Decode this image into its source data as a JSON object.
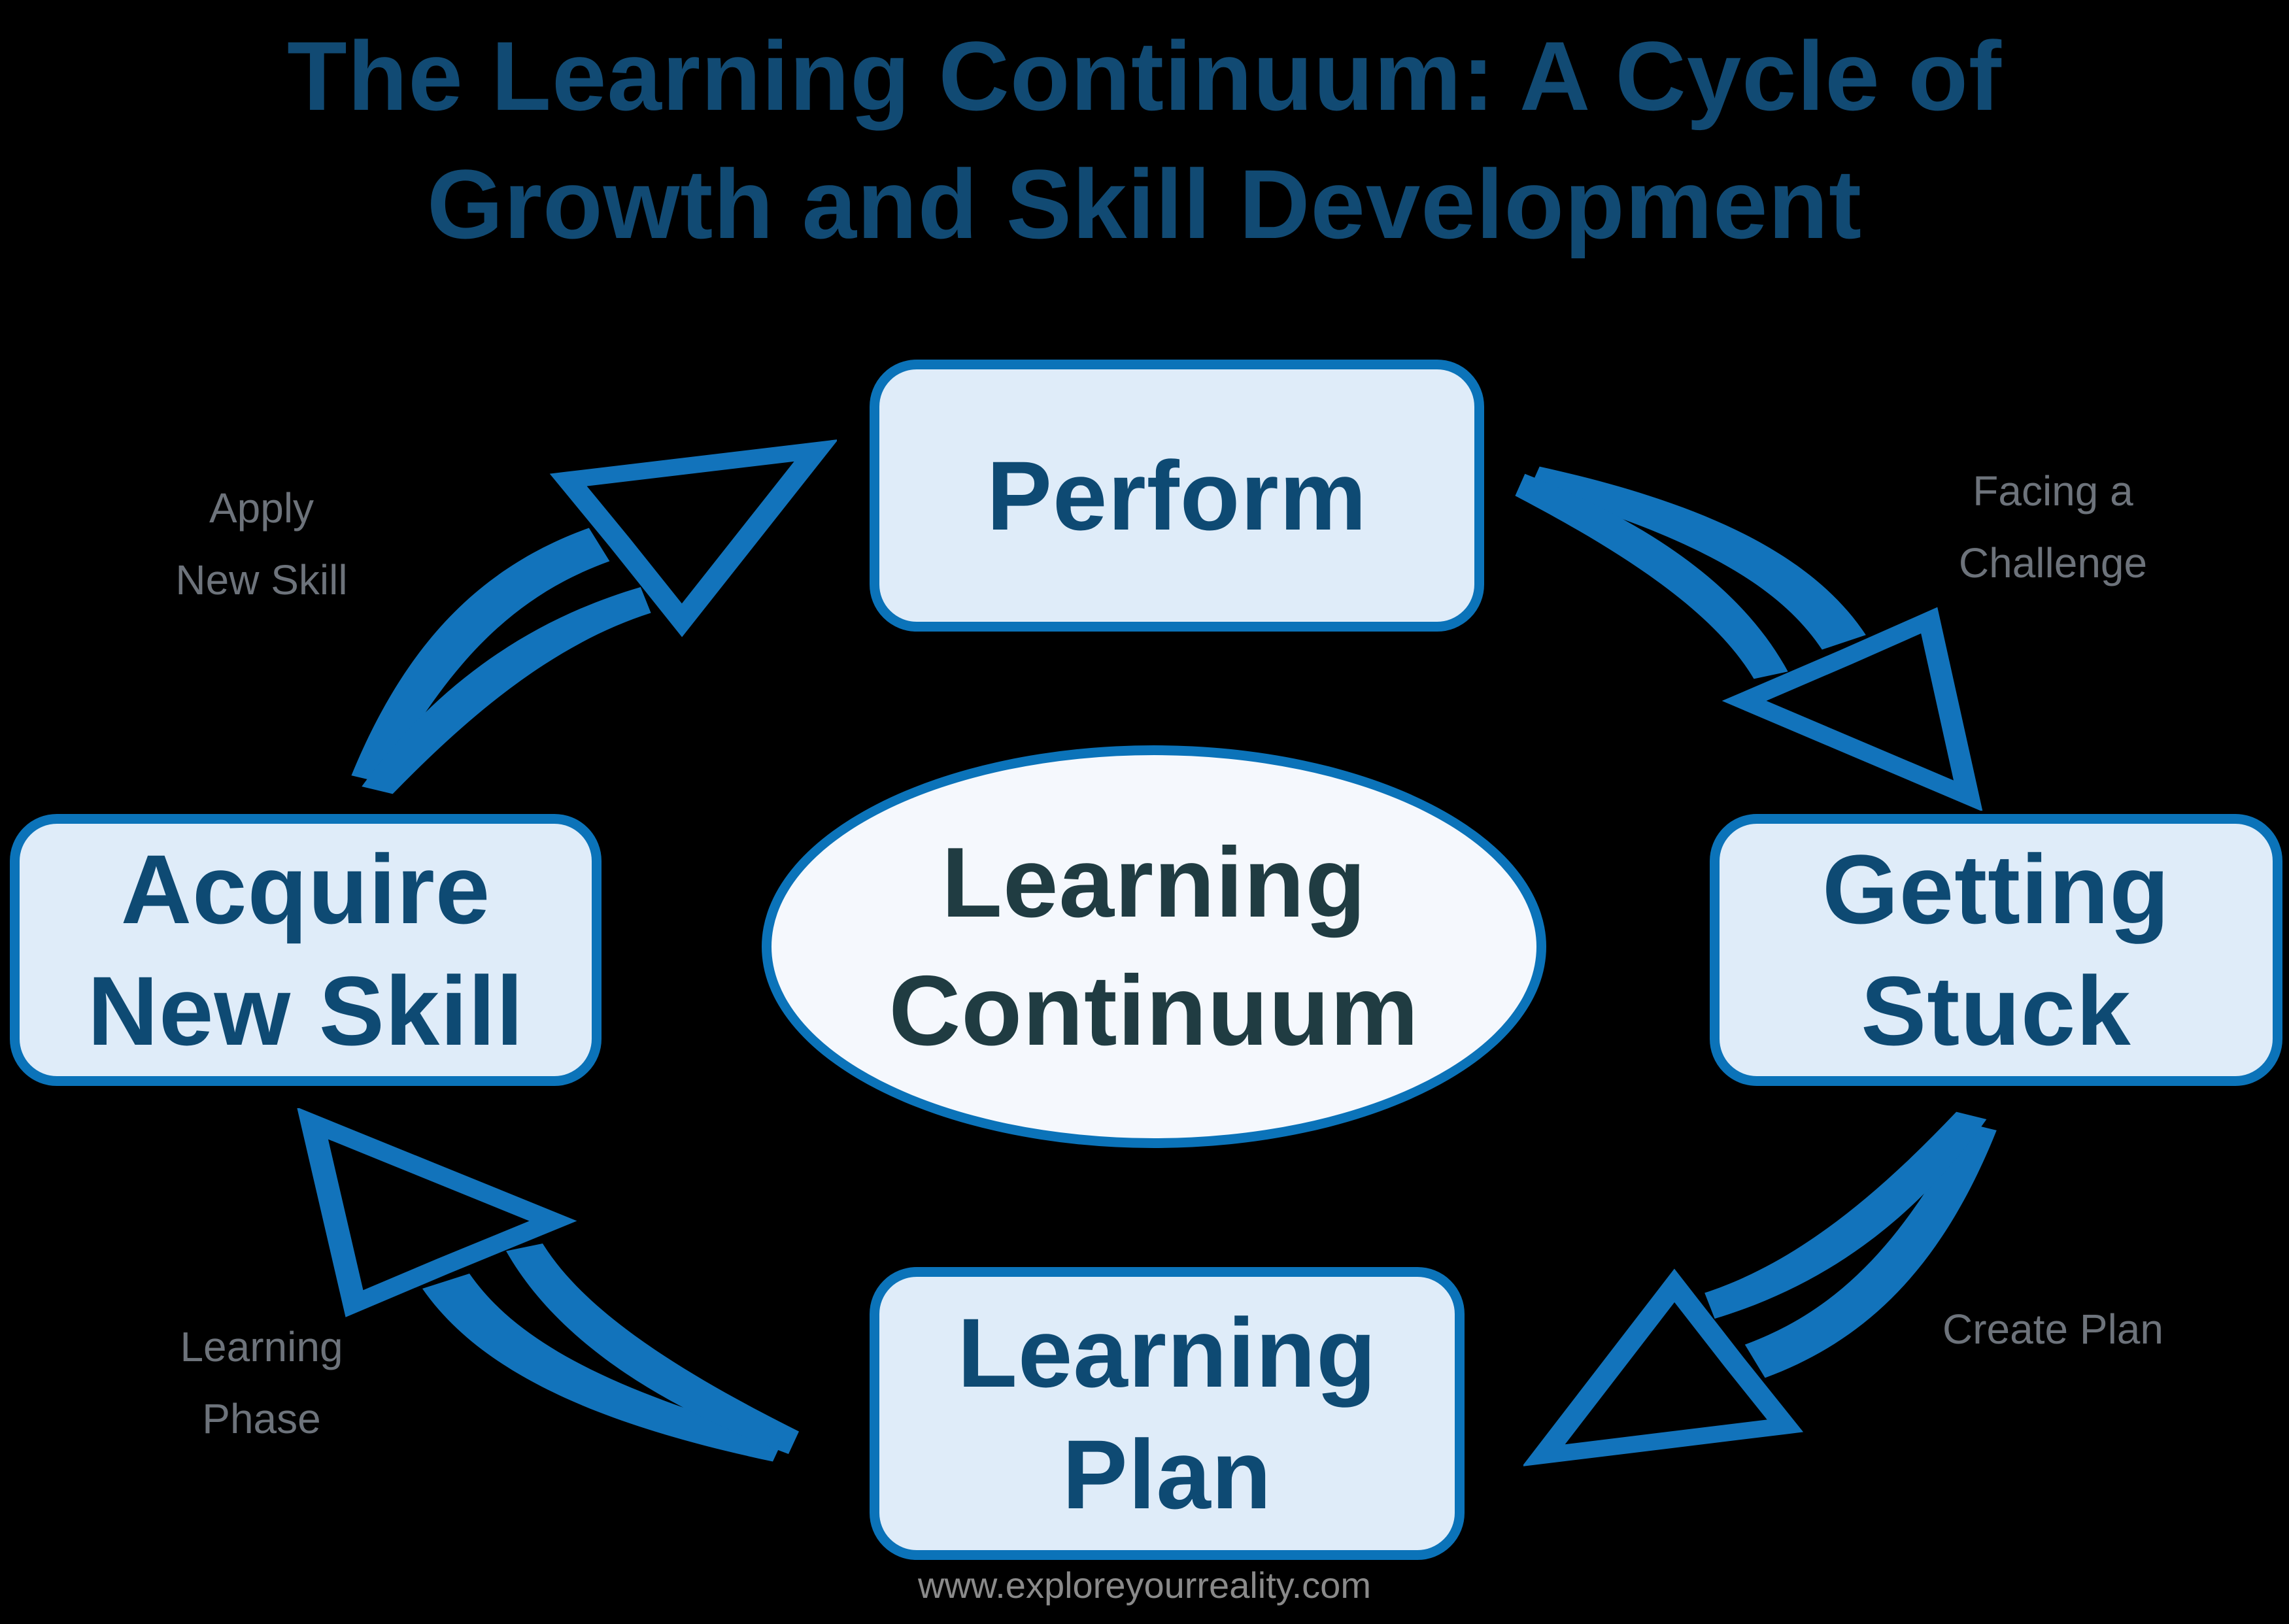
{
  "page": {
    "background": "#000000"
  },
  "title": {
    "lines": [
      "The Learning Continuum: A Cycle of",
      "Growth and Skill Development"
    ],
    "color": "#114a73"
  },
  "center": {
    "lines": [
      "Learning",
      "Continuum"
    ],
    "text_color": "#203c42",
    "fill": "#f5f8fd",
    "border_color": "#0b73b9"
  },
  "nodes": {
    "fill": "#dfecf9",
    "border_color": "#0b73b9",
    "text_color": "#0e4a73",
    "perform": {
      "label": "Perform"
    },
    "getting_stuck": {
      "lines": [
        "Getting",
        "Stuck"
      ]
    },
    "learning_plan": {
      "lines": [
        "Learning",
        "Plan"
      ]
    },
    "acquire_new_skill": {
      "lines": [
        "Acquire",
        "New Skill"
      ]
    }
  },
  "edge_labels": {
    "color": "#6d737b",
    "apply_new_skill": {
      "lines": [
        "Apply",
        "New Skill"
      ]
    },
    "facing_a_challenge": {
      "lines": [
        "Facing a",
        "Challenge"
      ]
    },
    "create_plan": {
      "lines": [
        "Create Plan"
      ]
    },
    "learning_phase": {
      "lines": [
        "Learning",
        "Phase"
      ]
    }
  },
  "arrows": {
    "color": "#1273bb",
    "style": "hollow-swoosh",
    "sequence": [
      "acquire-new-skill-to-perform",
      "perform-to-getting-stuck",
      "getting-stuck-to-learning-plan",
      "learning-plan-to-acquire-new-skill"
    ]
  },
  "footer": {
    "website": "www.exploreyourreality.com",
    "color": "#8a8a8a"
  }
}
